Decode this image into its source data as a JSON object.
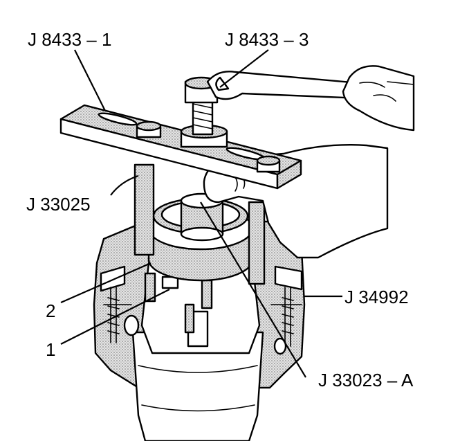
{
  "callouts": {
    "j8433_1": "J 8433 – 1",
    "j8433_3": "J 8433 – 3",
    "j33025": "J 33025",
    "j34992": "J 34992",
    "j33023a": "J 33023 – A",
    "item_2": "2",
    "item_1": "1"
  },
  "colors": {
    "ink": "#000000",
    "shade": "#c8c8c8",
    "paper": "#ffffff"
  }
}
